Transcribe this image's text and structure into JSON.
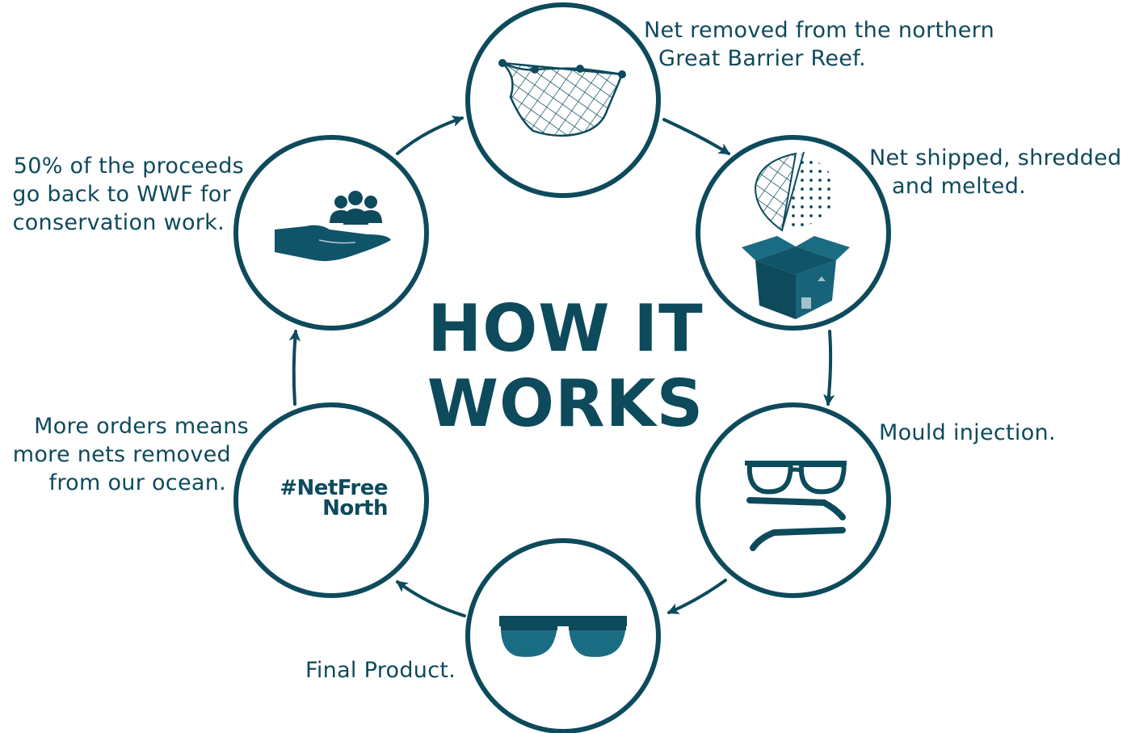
{
  "title": {
    "line1": "HOW IT",
    "line2": "WORKS"
  },
  "steps": [
    {
      "icon": "fishing-net-icon",
      "lines": [
        "Net removed from the northern",
        "Great Barrier Reef."
      ]
    },
    {
      "icon": "shredded-net-box-icon",
      "lines": [
        "Net shipped, shredded",
        "and melted."
      ]
    },
    {
      "icon": "glasses-parts-icon",
      "lines": [
        "Mould injection."
      ]
    },
    {
      "icon": "sunglasses-icon",
      "lines": [
        "Final Product."
      ]
    },
    {
      "icon": "hashtag-text",
      "lines": [
        "More orders means",
        "more nets removed",
        "from our ocean."
      ]
    },
    {
      "icon": "hand-community-icon",
      "lines": [
        "50% of the proceeds",
        "go back to WWF for",
        "conservation work."
      ]
    }
  ],
  "hashtag": {
    "line1": "#NetFree",
    "line2": "North"
  },
  "colors": {
    "primary": "#0d4a5c",
    "accent": "#17647a"
  }
}
